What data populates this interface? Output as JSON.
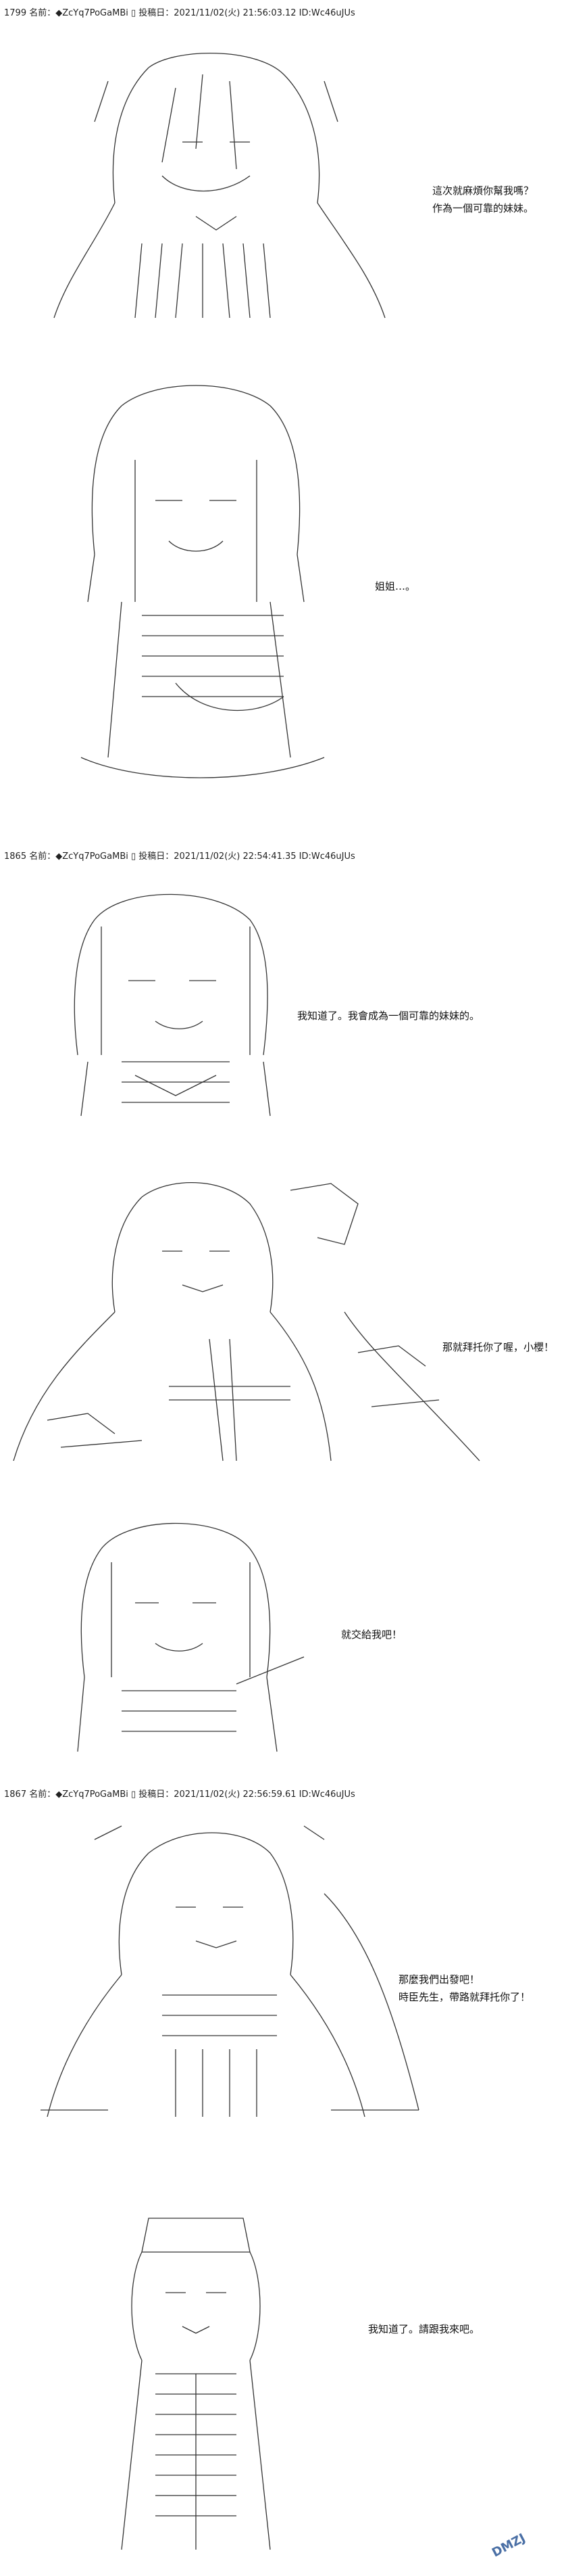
{
  "posts": [
    {
      "header": "1799 名前：◆ZcYq7PoGaMBi ▯ 投稿日：2021/11/02(火) 21:56:03.12 ID:Wc46uJUs",
      "lines": [
        "這次就麻煩你幫我嗎？",
        "作為一個可靠的妹妹。"
      ]
    },
    {
      "lines": [
        "姐姐…。"
      ]
    },
    {
      "header": "1865 名前：◆ZcYq7PoGaMBi ▯ 投稿日：2021/11/02(火) 22:54:41.35 ID:Wc46uJUs",
      "lines": [
        "我知道了。我會成為一個可靠的妹妹的。"
      ]
    },
    {
      "lines": [
        "那就拜托你了喔，小櫻！"
      ]
    },
    {
      "lines": [
        "就交給我吧！"
      ]
    },
    {
      "header": "1867 名前：◆ZcYq7PoGaMBi ▯ 投稿日：2021/11/02(火) 22:56:59.61 ID:Wc46uJUs",
      "lines": [
        "那麼我們出發吧！",
        "時臣先生，帶路就拜托你了！"
      ]
    },
    {
      "lines": [
        "我知道了。請跟我來吧。"
      ]
    }
  ],
  "watermark": {
    "text": "DMZJ"
  },
  "colors": {
    "text": "#111111",
    "line_art": "#333333",
    "background": "#ffffff"
  }
}
